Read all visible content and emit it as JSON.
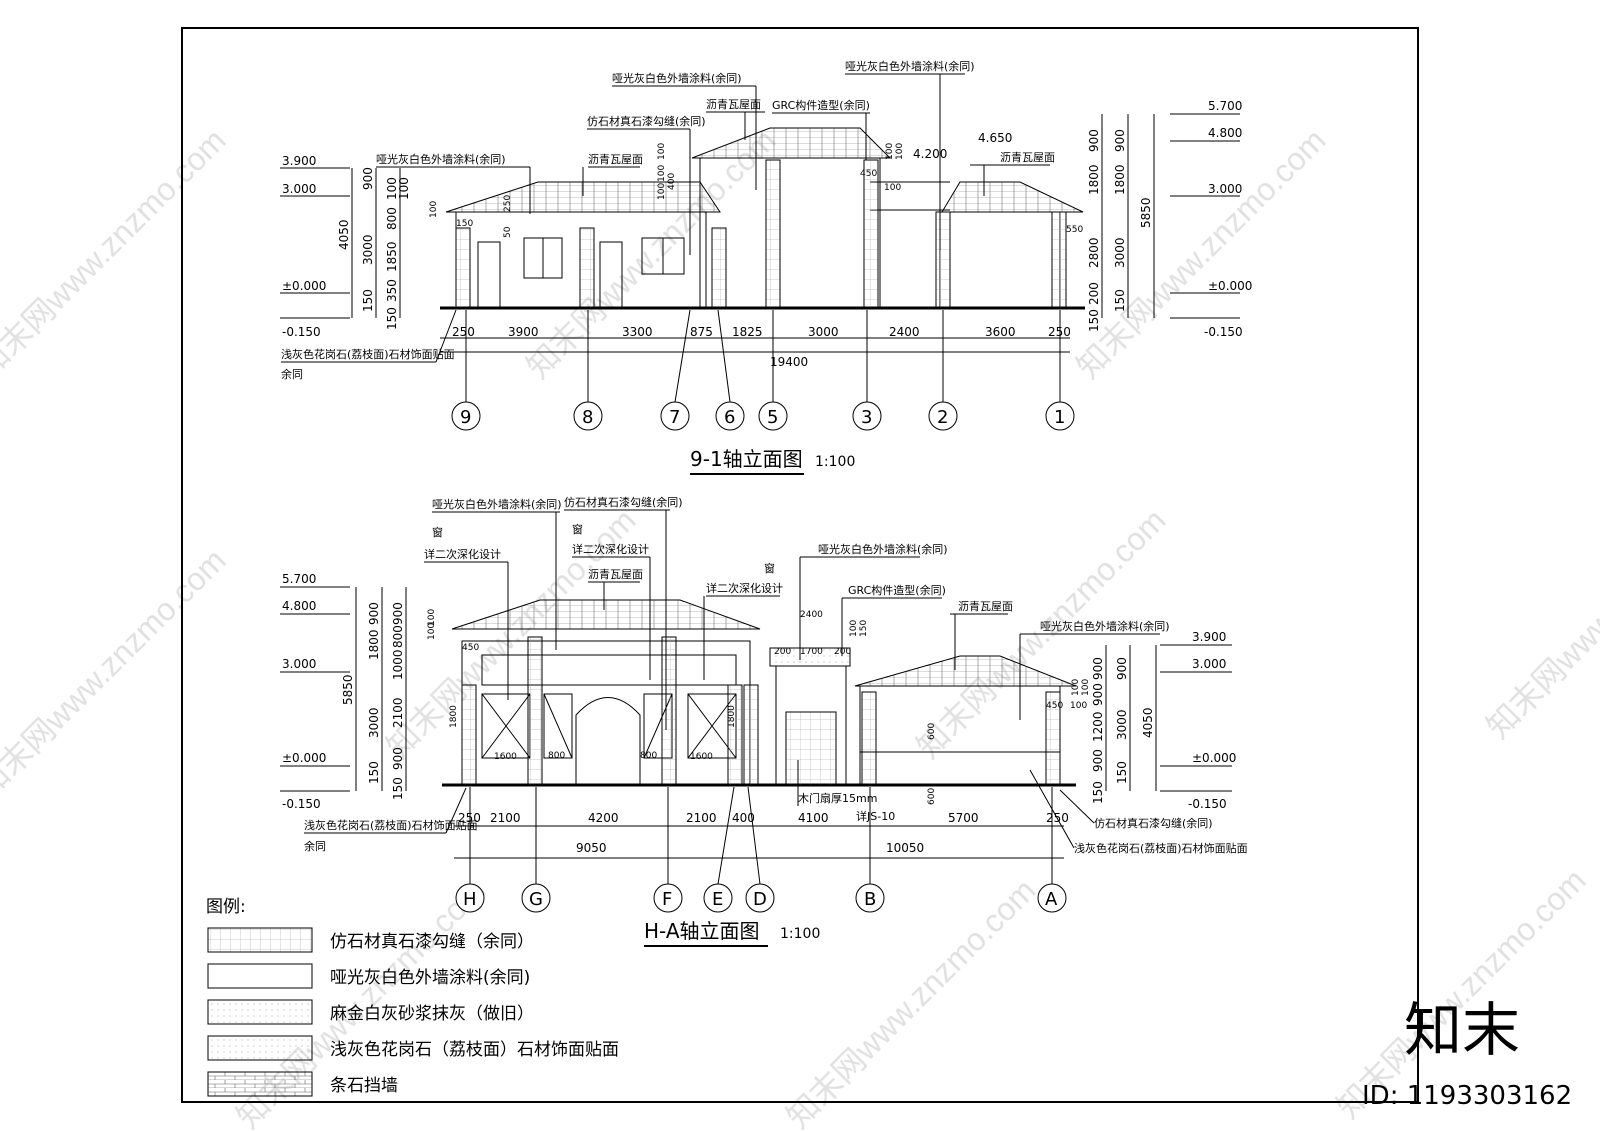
{
  "upper": {
    "title": "9-1轴立面图",
    "scale": "1:100",
    "notes": {
      "coating_a": "哑光灰白色外墙涂料(余同)",
      "coating_b": "哑光灰白色外墙涂料(余同)",
      "coating_c": "哑光灰白色外墙涂料(余同)",
      "stone": "仿石材真石漆勾缝(余同)",
      "roof_a": "沥青瓦屋面",
      "roof_b": "沥青瓦屋面",
      "roof_c": "沥青瓦屋面",
      "grc": "GRC构件造型(余同)",
      "granite": "浅灰色花岗石(荔枝面)石材饰面贴面",
      "same": "余同"
    },
    "levels_left": [
      "3.900",
      "3.000",
      "±0.000",
      "-0.150"
    ],
    "levels_right": [
      "5.700",
      "4.800",
      "3.000",
      "±0.000",
      "-0.150"
    ],
    "levels_mid": [
      "4.200",
      "4.650"
    ],
    "vdim_left_outer": [
      "4050"
    ],
    "vdim_left_mid": [
      "900",
      "3000",
      "150"
    ],
    "vdim_left_inner": [
      "100",
      "100",
      "800",
      "1850",
      "350",
      "150"
    ],
    "vdim_right_inner": [
      "900",
      "1800",
      "2800",
      "200",
      "150"
    ],
    "vdim_right_mid": [
      "900",
      "1800",
      "3000",
      "150"
    ],
    "vdim_right_outer": [
      "5850"
    ],
    "small_dims": [
      "150",
      "50",
      "250",
      "100",
      "100",
      "100",
      "400",
      "450",
      "100",
      "100",
      "100",
      "100",
      "550"
    ],
    "hdims": [
      "250",
      "3900",
      "3300",
      "875",
      "1825",
      "3000",
      "2400",
      "3600",
      "250"
    ],
    "total": "19400",
    "axes": [
      "9",
      "8",
      "7",
      "6",
      "5",
      "3",
      "2",
      "1"
    ]
  },
  "lower": {
    "title": "H-A轴立面图",
    "scale": "1:100",
    "notes": {
      "coating_a": "哑光灰白色外墙涂料(余同)",
      "coating_b": "哑光灰白色外墙涂料(余同)",
      "coating_c": "哑光灰白色外墙涂料(余同)",
      "stone": "仿石材真石漆勾缝(余同)",
      "window_a": "窗",
      "window_a_note": "详二次深化设计",
      "window_b": "窗",
      "window_b_note": "详二次深化设计",
      "window_c": "窗",
      "window_c_note": "详二次深化设计",
      "roof_a": "沥青瓦屋面",
      "roof_b": "沥青瓦屋面",
      "grc": "GRC构件造型(余同)",
      "door": "木门扇厚15mm",
      "door_ref": "详JS-10",
      "granite_left": "浅灰色花岗石(荔枝面)石材饰面贴面",
      "same": "余同",
      "stone_right": "仿石材真石漆勾缝(余同)",
      "granite_right": "浅灰色花岗石(荔枝面)石材饰面贴面"
    },
    "levels_left": [
      "5.700",
      "4.800",
      "3.000",
      "±0.000",
      "-0.150"
    ],
    "levels_right": [
      "3.900",
      "3.000",
      "±0.000",
      "-0.150"
    ],
    "vdim_left_outer": [
      "5850"
    ],
    "vdim_left_mid": [
      "900",
      "1800",
      "3000",
      "150"
    ],
    "vdim_left_inner": [
      "900",
      "800",
      "1000",
      "2100",
      "900",
      "150"
    ],
    "vdim_right_inner": [
      "900",
      "900",
      "1200",
      "900",
      "150"
    ],
    "vdim_right_mid": [
      "900",
      "3000",
      "150"
    ],
    "vdim_right_outer": [
      "4050"
    ],
    "small_dims": [
      "100",
      "100",
      "450",
      "1800",
      "1800",
      "1600",
      "800",
      "800",
      "1600",
      "2400",
      "200",
      "1700",
      "200",
      "100",
      "150",
      "600",
      "600",
      "450",
      "100",
      "100",
      "100"
    ],
    "hdims": [
      "250",
      "2100",
      "4200",
      "2100",
      "400",
      "4100",
      "5700",
      "250"
    ],
    "totals": [
      "9050",
      "10050"
    ],
    "axes": [
      "H",
      "G",
      "F",
      "E",
      "D",
      "B",
      "A"
    ]
  },
  "legend": {
    "title": "图例:",
    "items": [
      "仿石材真石漆勾缝（余同）",
      "哑光灰白色外墙涂料(余同)",
      "麻金白灰砂浆抹灰（做旧）",
      "浅灰色花岗石（荔枝面）石材饰面贴面",
      "条石挡墙"
    ]
  },
  "watermark": {
    "brand": "知末",
    "id": "ID: 1193303162",
    "site": "www.znzmo.com",
    "site_cn": "知末网"
  }
}
